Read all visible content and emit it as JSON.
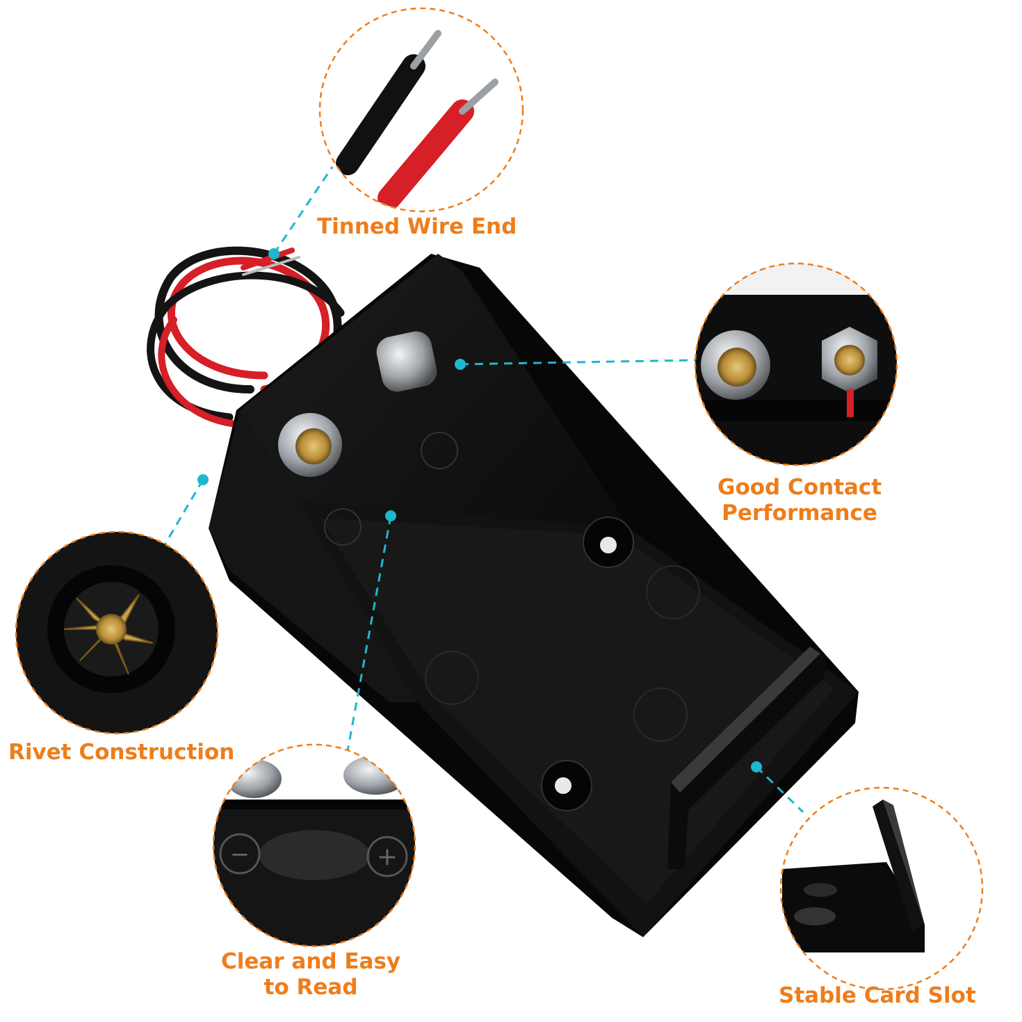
{
  "colors": {
    "label": "#ee7d1a",
    "circle_border": "#ee7d1a",
    "leader": "#1fb6cf",
    "plastic": "#0d0d0d",
    "wire_red": "#d61f26",
    "wire_black": "#141414",
    "contact_gold": "#c9a24a",
    "metal": "#b8bcc0"
  },
  "callouts": {
    "tinned_wire_end": {
      "label": "Tinned Wire End",
      "icon": "tinned-wire-closeup"
    },
    "good_contact": {
      "line1": "Good Contact",
      "line2": "Performance",
      "icon": "snap-contacts-closeup"
    },
    "rivet_construction": {
      "label": "Rivet Construction",
      "icon": "rivet-closeup"
    },
    "clear_easy_read": {
      "line1": "Clear and Easy",
      "line2": "to Read",
      "icon": "polarity-marks-closeup"
    },
    "stable_card_slot": {
      "label": "Stable Card Slot",
      "icon": "card-slot-closeup"
    }
  },
  "polarity": {
    "plus": "+",
    "minus": "−"
  }
}
